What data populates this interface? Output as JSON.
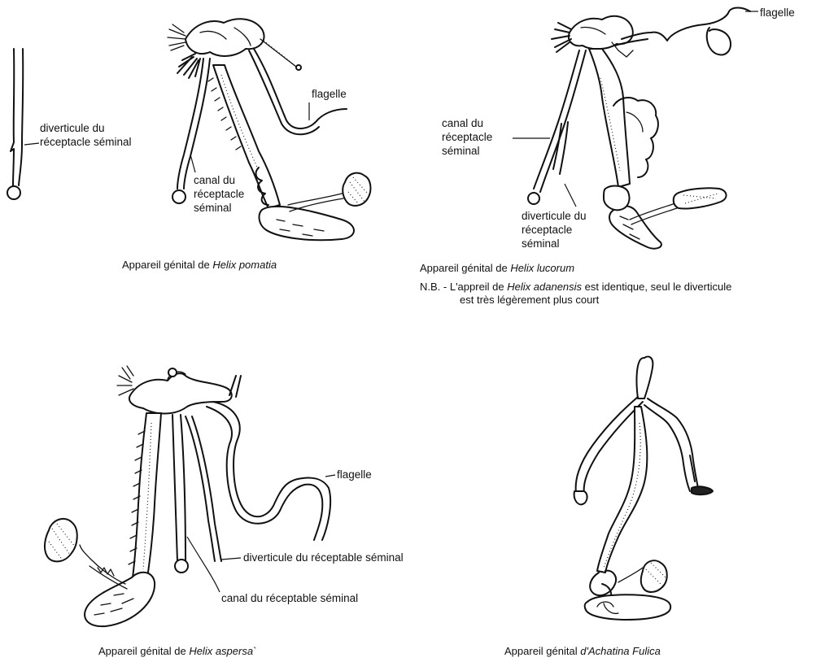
{
  "diagrams": {
    "pomatia": {
      "caption_prefix": "Appareil génital de ",
      "caption_species": "Helix pomatia",
      "labels": {
        "diverticule": [
          "diverticule du",
          "réceptacle séminal"
        ],
        "flagelle": "flagelle",
        "canal": [
          "canal du",
          "réceptacle",
          "séminal"
        ]
      }
    },
    "lucorum": {
      "caption_prefix": "Appareil génital de ",
      "caption_species": "Helix lucorum",
      "labels": {
        "flagelle": "flagelle",
        "canal": [
          "canal du",
          "réceptacle",
          "séminal"
        ],
        "diverticule": [
          "diverticule du",
          "réceptacle",
          "séminal"
        ]
      },
      "note": {
        "prefix": "N.B. - L'appreil de ",
        "species": "Helix adanensis",
        "suffix": " est identique, seul le diverticule",
        "line2": "est très légèrement plus court"
      }
    },
    "aspersa": {
      "caption_prefix": "Appareil génital de ",
      "caption_species": "Helix aspersa",
      "caption_suffix": "`",
      "labels": {
        "flagelle": "flagelle",
        "diverticule": "diverticule du réceptable séminal",
        "canal": "canal du réceptable séminal"
      }
    },
    "achatina": {
      "caption_prefix": "Appareil génital ",
      "caption_species": "d'Achatina Fulica"
    }
  }
}
